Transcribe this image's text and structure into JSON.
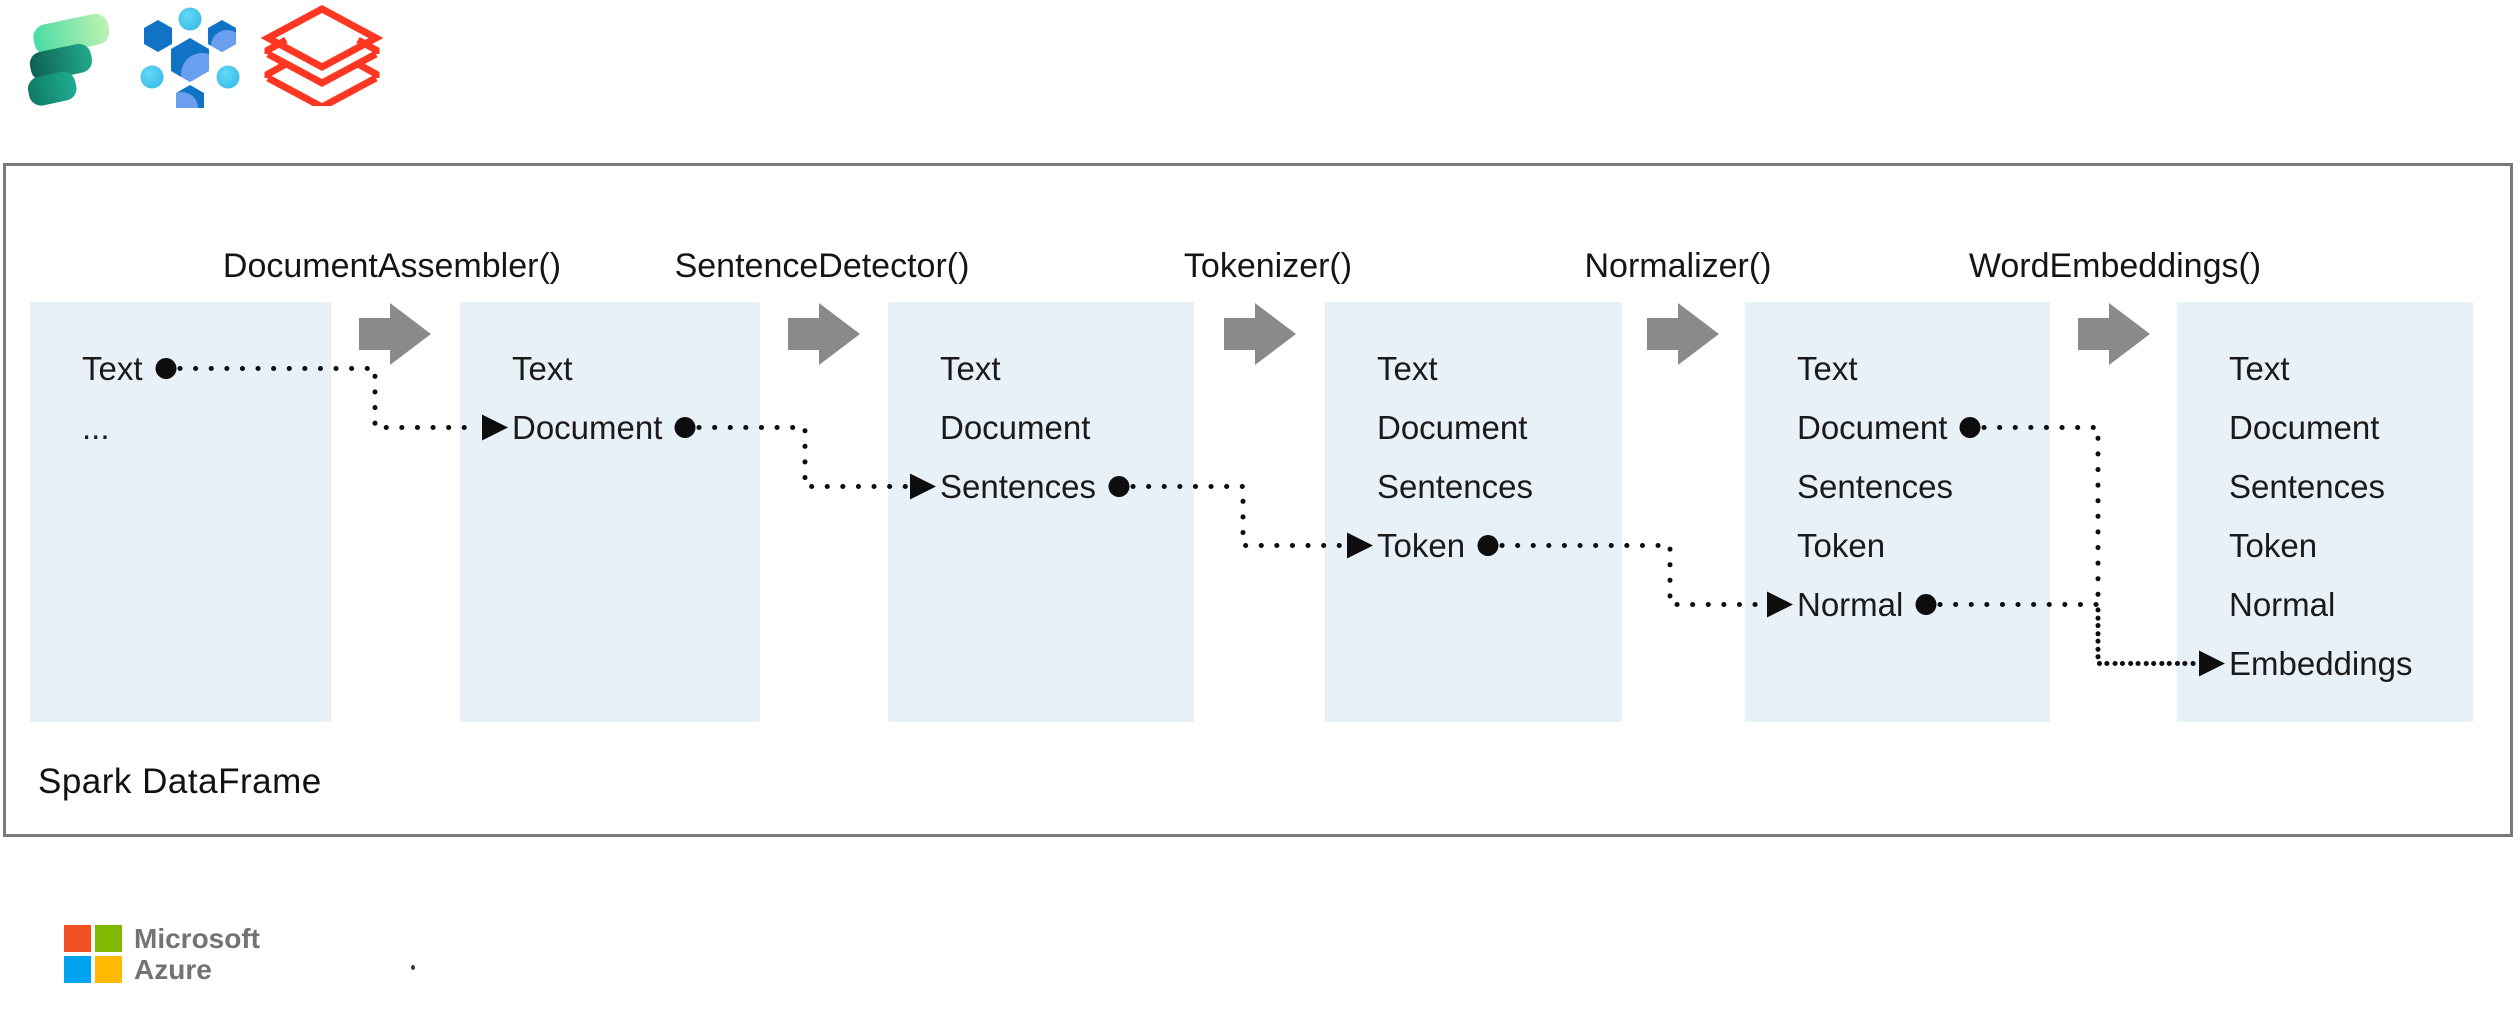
{
  "logos": {
    "fabric": "microsoft-fabric",
    "synapseml": "synapseml",
    "databricks": "databricks",
    "azure": {
      "line1": "Microsoft",
      "line2": "Azure"
    }
  },
  "pipeline": {
    "caption": "Spark DataFrame",
    "stages": [
      "DocumentAssembler()",
      "SentenceDetector()",
      "Tokenizer()",
      "Normalizer()",
      "WordEmbeddings()"
    ],
    "frames": [
      {
        "rows": [
          {
            "label": "Text",
            "out": true
          },
          {
            "label": "..."
          }
        ]
      },
      {
        "rows": [
          {
            "label": "Text"
          },
          {
            "label": "Document",
            "in": true,
            "out": true
          }
        ]
      },
      {
        "rows": [
          {
            "label": "Text"
          },
          {
            "label": "Document"
          },
          {
            "label": "Sentences",
            "in": true,
            "out": true
          }
        ]
      },
      {
        "rows": [
          {
            "label": "Text"
          },
          {
            "label": "Document"
          },
          {
            "label": "Sentences"
          },
          {
            "label": "Token",
            "in": true,
            "out": true
          }
        ]
      },
      {
        "rows": [
          {
            "label": "Text"
          },
          {
            "label": "Document",
            "out": true
          },
          {
            "label": "Sentences"
          },
          {
            "label": "Token"
          },
          {
            "label": "Normal",
            "in": true,
            "out": true
          }
        ]
      },
      {
        "rows": [
          {
            "label": "Text"
          },
          {
            "label": "Document"
          },
          {
            "label": "Sentences"
          },
          {
            "label": "Token"
          },
          {
            "label": "Normal"
          },
          {
            "label": "Embeddings",
            "in": true
          }
        ]
      }
    ]
  },
  "colors": {
    "frame_fill": "#e8f0f8",
    "flow_arrow": "#8a8a8a",
    "box_border": "#7a7a7a",
    "connector": "#0d0d0d",
    "fabric_green_light": "#bdf2b2",
    "fabric_green": "#4adba4",
    "fabric_teal_dark": "#0c6152",
    "fabric_teal": "#1a9a80",
    "synapse_blue": "#1173c5",
    "synapse_blue_light": "#699fee",
    "synapse_cyan": "#3ec7ef",
    "databricks_red": "#ff3621",
    "ms_red": "#f25022",
    "ms_green": "#7fba00",
    "ms_blue": "#00a4ef",
    "ms_yellow": "#ffb900",
    "azure_gray": "#737373"
  }
}
